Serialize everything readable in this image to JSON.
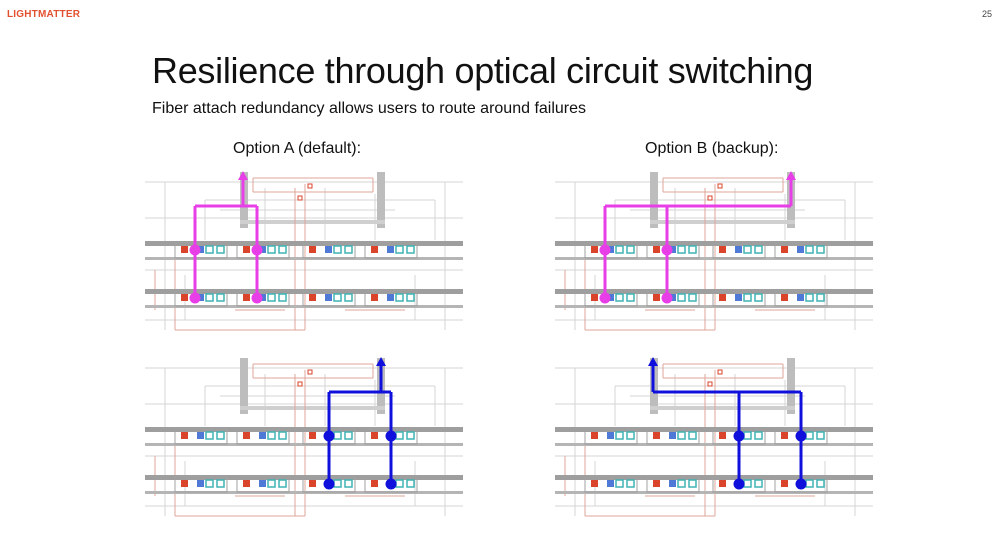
{
  "header": {
    "logo": "LIGHTMATTER",
    "page_number": "25"
  },
  "slide": {
    "title": "Resilience through optical circuit switching",
    "subtitle": "Fiber attach redundancy allows users to route around failures"
  },
  "options": [
    {
      "label": "Option A (default):"
    },
    {
      "label": "Option B (backup):"
    }
  ],
  "colors": {
    "accent_brand": "#e2502f",
    "route_magenta": "#e83ee8",
    "route_blue": "#1010dd",
    "waveguide_gray": "#9e9e9e",
    "trace_red": "#e0a59a",
    "modulator_red": "#d9442b",
    "modulator_blue": "#4f79d6",
    "ring_teal": "#3fb3b3"
  },
  "panels": [
    {
      "name": "option-a-top",
      "route_color": "magenta",
      "arrow": "up-left",
      "tap_columns": [
        0,
        1
      ]
    },
    {
      "name": "option-b-top",
      "route_color": "magenta",
      "arrow": "up-right",
      "tap_columns": [
        0,
        1
      ]
    },
    {
      "name": "option-a-bottom",
      "route_color": "blue",
      "arrow": "up-right",
      "tap_columns": [
        2,
        3
      ]
    },
    {
      "name": "option-b-bottom",
      "route_color": "blue",
      "arrow": "up-left",
      "tap_columns": [
        2,
        3
      ]
    }
  ]
}
